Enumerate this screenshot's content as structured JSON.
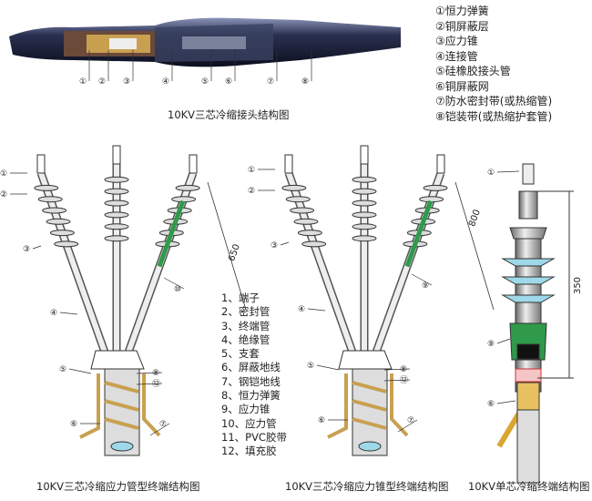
{
  "joint": {
    "caption": "10KV三芯冷缩接头结构图",
    "legend": [
      "①恒力弹簧",
      "②铜屏蔽层",
      "③应力锥",
      "④连接管",
      "⑤硅橡胶接头管",
      "⑥铜屏蔽网",
      "⑦防水密封带(或热缩管)",
      "⑧铠装带(或热缩护套管)"
    ],
    "callouts": [
      "①",
      "②",
      "③",
      "④",
      "⑤",
      "⑥",
      "⑦",
      "⑧"
    ]
  },
  "tube_terminal": {
    "caption": "10KV三芯冷缩应力管型终端结构图",
    "dimension": "650",
    "callouts": [
      "①",
      "②",
      "③",
      "④",
      "⑤",
      "⑥",
      "⑦",
      "⑧",
      "⑫",
      "⑩"
    ]
  },
  "parts_list": [
    "1、端子",
    "2、密封管",
    "3、终端管",
    "4、绝缘管",
    "5、支套",
    "6、屏蔽地线",
    "7、钢铠地线",
    "8、恒力弹簧",
    "9、应力锥",
    "10、应力管",
    "11、PVC胶带",
    "12、填充胶"
  ],
  "cone_terminal": {
    "caption": "10KV三芯冷缩应力锥型终端结构图",
    "dimension": "800",
    "callouts": [
      "①",
      "②",
      "③",
      "④",
      "⑤",
      "⑥",
      "⑦",
      "⑧",
      "⑫",
      "⑨"
    ]
  },
  "single_terminal": {
    "caption": "10KV单芯冷缩终端结构图",
    "dimension": "350",
    "callouts": [
      "①",
      "⑨",
      "⑥"
    ]
  }
}
